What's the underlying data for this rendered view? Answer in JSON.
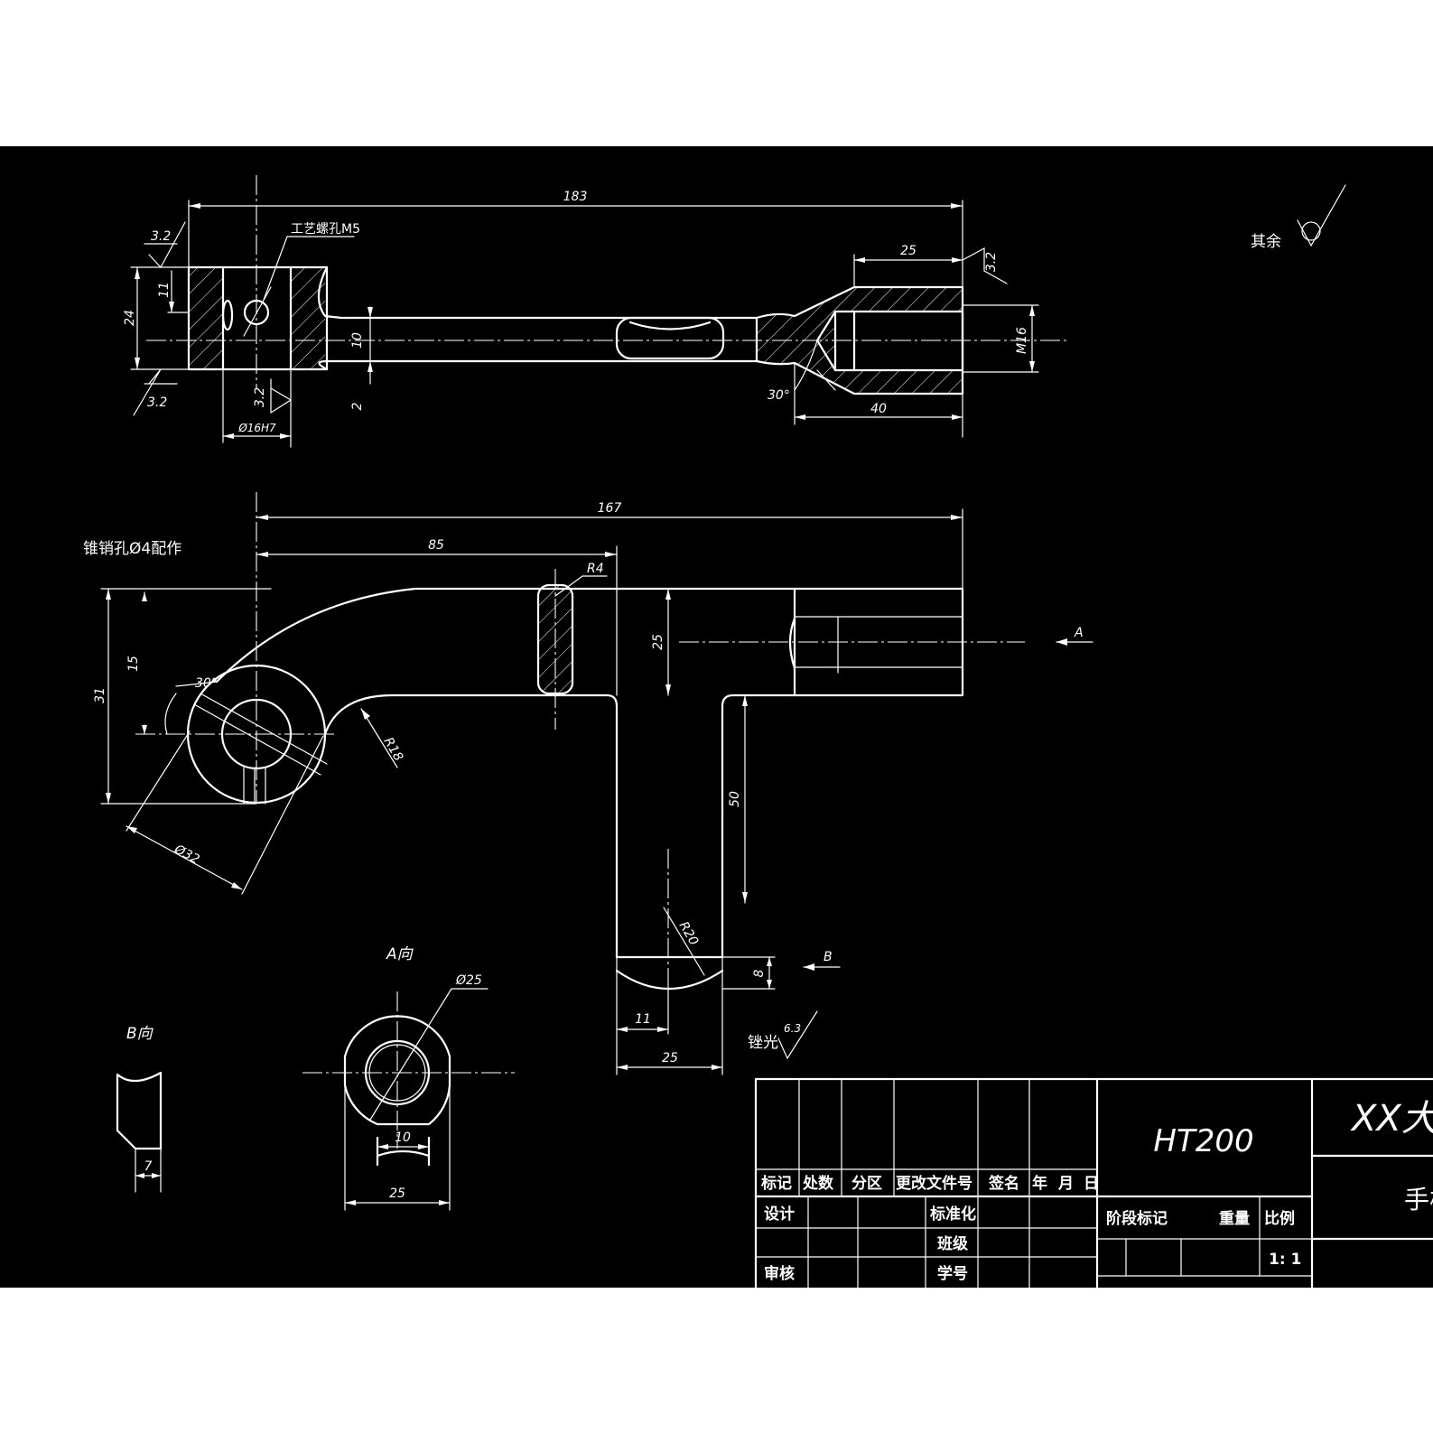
{
  "colors": {
    "background": "#000000",
    "line": "#ffffff",
    "margin": "#ffffff"
  },
  "top_view": {
    "dim_length": "183",
    "dim_roughness_left_top": "3.2",
    "dim_roughness_left_bottom": "3.2",
    "dim_roughness_bore": "3.2",
    "dim_roughness_right": "3.2",
    "label_process_hole": "工艺螺孔M5",
    "dim_height": "24",
    "dim_11": "11",
    "dim_shaft": "10",
    "dim_2": "2",
    "dim_bore": "Ø16H7",
    "dim_25": "25",
    "dim_m16": "M16",
    "dim_30deg": "30°",
    "dim_40": "40"
  },
  "general_note": {
    "label": "其余",
    "symbol": "finish-symbol"
  },
  "front_view": {
    "note_taper_pin": "锥销孔Ø4配作",
    "dim_167": "167",
    "dim_85": "85",
    "dim_r4": "R4",
    "dim_25": "25",
    "dim_15": "15",
    "dim_31": "31",
    "dim_30deg": "30°",
    "dim_r18": "R18",
    "dim_d32": "Ø32",
    "dim_50": "50",
    "dim_r20": "R20",
    "dim_8": "8",
    "dim_11": "11",
    "dim_25_bottom": "25",
    "view_arrow_a": "A",
    "view_arrow_b": "B",
    "note_polish": "锉光",
    "polish_roughness": "6.3"
  },
  "view_a": {
    "title": "A向",
    "dim_d25": "Ø25",
    "dim_10": "10",
    "dim_25": "25"
  },
  "view_b": {
    "title": "B向",
    "dim_7": "7"
  },
  "title_block": {
    "headers": [
      "标记",
      "处数",
      "分区",
      "更改文件号",
      "签名",
      "年",
      "月",
      "日"
    ],
    "row_design": "设计",
    "row_standard": "标准化",
    "row_class": "班级",
    "row_review": "审核",
    "row_student": "学号",
    "col_stage": "阶段标记",
    "col_weight": "重量",
    "col_scale": "比例",
    "scale_value": "1:  1",
    "material": "HT200",
    "company": "XX大",
    "part_name": "手柄"
  }
}
